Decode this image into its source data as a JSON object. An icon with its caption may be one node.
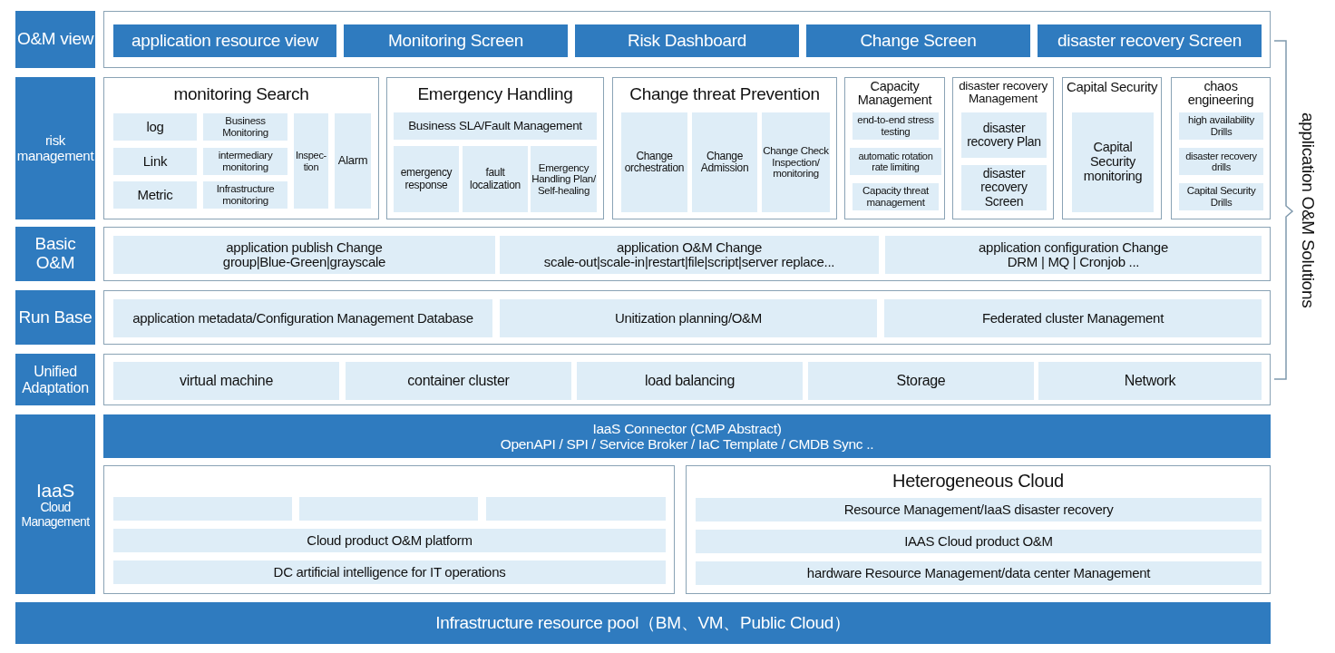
{
  "diagram": {
    "nodes": [
      {
        "text": [
          "O&M view"
        ]
      },
      {
        "text": [],
        "shape": "box"
      },
      {
        "text": [
          "application resource view"
        ],
        "in": 1
      },
      {
        "text": [
          "Monitoring Screen"
        ],
        "in": 1
      },
      {
        "text": [
          "Risk Dashboard"
        ],
        "in": 1
      },
      {
        "text": [
          "Change Screen"
        ],
        "in": 1
      },
      {
        "text": [
          "disaster recovery Screen"
        ],
        "in": 1
      },
      {
        "text": [
          "risk management"
        ]
      },
      {
        "text": [
          "monitoring Search"
        ]
      },
      {
        "text": [
          "log"
        ],
        "in": 8
      },
      {
        "text": [
          "Link"
        ],
        "in": 8
      },
      {
        "text": [
          "Metric"
        ],
        "in": 8
      },
      {
        "text": [
          "Business Monitoring"
        ],
        "in": 8
      },
      {
        "text": [
          "intermediary monitoring"
        ],
        "in": 8
      },
      {
        "text": [
          "Infrastructure monitoring"
        ],
        "in": 8
      },
      {
        "text": [
          "Inspec- tion"
        ],
        "in": 8
      },
      {
        "text": [
          "Alarm"
        ],
        "in": 8
      },
      {
        "text": [
          "Emergency Handling"
        ]
      },
      {
        "text": [
          "Business SLA/Fault Management"
        ],
        "in": 17
      },
      {
        "text": [
          "emergency response"
        ],
        "in": 17
      },
      {
        "text": [
          "fault localization"
        ],
        "in": 17
      },
      {
        "text": [
          "Emergency Handling Plan/ Self-healing"
        ],
        "in": 17
      },
      {
        "text": [
          "Change threat Prevention"
        ]
      },
      {
        "text": [
          "Change orchestration"
        ],
        "in": 22
      },
      {
        "text": [
          "Change Admission"
        ],
        "in": 22
      },
      {
        "text": [
          "Change Check Inspection/ monitoring"
        ],
        "in": 22
      },
      {
        "text": [
          "Capacity Management"
        ]
      },
      {
        "text": [
          "end-to-end stress testing"
        ],
        "in": 26
      },
      {
        "text": [
          "automatic rotation rate limiting"
        ],
        "in": 26
      },
      {
        "text": [
          "Capacity threat management"
        ],
        "in": 26
      },
      {
        "text": [
          "disaster recovery Management"
        ]
      },
      {
        "text": [
          "disaster recovery Plan"
        ],
        "in": 30
      },
      {
        "text": [
          "disaster recovery Screen"
        ],
        "in": 30
      },
      {
        "text": [
          "Capital Security"
        ]
      },
      {
        "text": [
          "Capital Security monitoring"
        ],
        "in": 33
      },
      {
        "text": [
          "chaos engineering"
        ]
      },
      {
        "text": [
          "high availability Drills"
        ],
        "in": 35
      },
      {
        "text": [
          "disaster recovery drills"
        ],
        "in": 35
      },
      {
        "text": [
          "Capital Security Drills"
        ],
        "in": 35
      },
      {
        "text": [
          "Basic O&M"
        ]
      },
      {
        "text": [],
        "shape": "box"
      },
      {
        "text": [
          "application publish Change",
          "group|Blue-Green|grayscale"
        ],
        "in": 40
      },
      {
        "text": [
          "application O&M Change",
          "scale-out|scale-in|restart|file|script|server replace..."
        ],
        "in": 40
      },
      {
        "text": [
          "application configuration Change",
          "DRM | MQ | Cronjob ..."
        ],
        "in": 40
      },
      {
        "text": [
          "Run Base"
        ]
      },
      {
        "text": [],
        "shape": "box"
      },
      {
        "text": [
          "application metadata/Configuration Management Database"
        ],
        "in": 45
      },
      {
        "text": [
          "Unitization planning/O&M"
        ],
        "in": 45
      },
      {
        "text": [
          "Federated cluster Management"
        ],
        "in": 45
      },
      {
        "text": [
          "Unified Adaptation"
        ]
      },
      {
        "text": [],
        "shape": "box"
      },
      {
        "text": [
          "virtual machine"
        ],
        "in": 50
      },
      {
        "text": [
          "container cluster"
        ],
        "in": 50
      },
      {
        "text": [
          "load balancing"
        ],
        "in": 50
      },
      {
        "text": [
          "Storage"
        ],
        "in": 50
      },
      {
        "text": [
          "Network"
        ],
        "in": 50
      },
      {
        "text": [
          "IaaS",
          "Cloud Management"
        ]
      },
      {
        "text": [
          "IaaS Connector (CMP Abstract)",
          "OpenAPI / SPI / Service Broker / IaC Template / CMDB Sync .."
        ]
      },
      {
        "text": [],
        "shape": "box"
      },
      {
        "text": [],
        "shape": "bar",
        "in": 58
      },
      {
        "text": [],
        "shape": "bar",
        "in": 58
      },
      {
        "text": [],
        "shape": "bar",
        "in": 58
      },
      {
        "text": [
          "Cloud product O&M platform"
        ],
        "in": 58
      },
      {
        "text": [
          "DC artificial intelligence for IT operations"
        ],
        "in": 58
      },
      {
        "text": [
          "Heterogeneous Cloud"
        ]
      },
      {
        "text": [
          "Resource Management/IaaS disaster recovery"
        ],
        "in": 64
      },
      {
        "text": [
          "IAAS Cloud product O&M"
        ],
        "in": 64
      },
      {
        "text": [
          "hardware Resource Management/data center Management"
        ],
        "in": 64
      },
      {
        "text": [
          "Infrastructure resource pool（BM、VM、Public Cloud）"
        ]
      }
    ],
    "labels": [
      "application O&M Solutions"
    ]
  }
}
